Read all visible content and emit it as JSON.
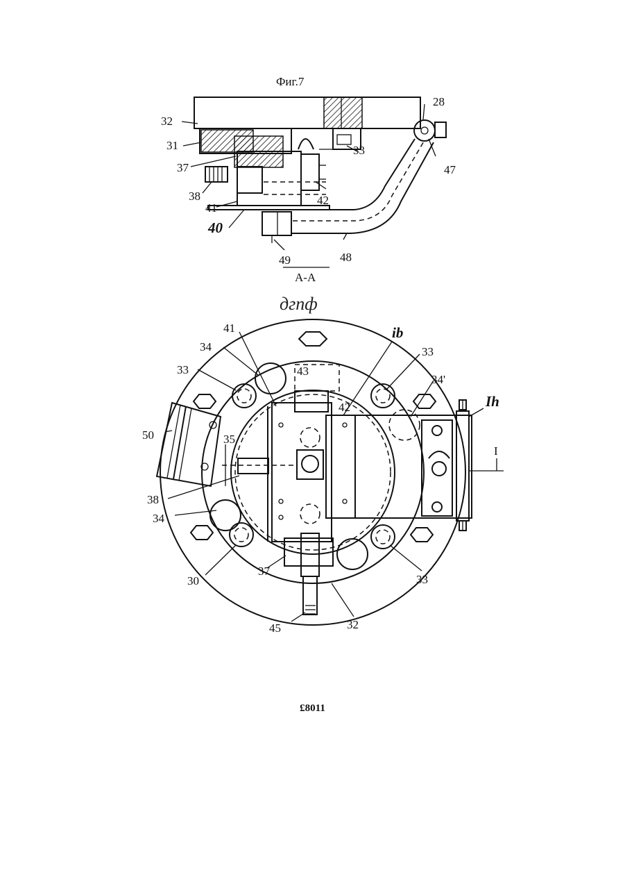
{
  "figure_top": {
    "caption": "Фиг.7",
    "section_label": "A-A",
    "labels": {
      "l32": "32",
      "l31": "31",
      "l37": "37",
      "l38": "38",
      "l41": "41",
      "l40": "40",
      "l42": "42",
      "l33": "33",
      "l28": "28",
      "l47": "47",
      "l48": "48",
      "l49": "49"
    }
  },
  "figure_bottom": {
    "caption": "дгпф",
    "labels": {
      "l41": "41",
      "lib": "ib",
      "l34a": "34",
      "l33a": "33",
      "l33b": "33",
      "l34b": "34'",
      "l43": "43",
      "l50": "50",
      "lIh": "Ih",
      "l38": "38",
      "l34c": "34",
      "l30": "30",
      "l37": "37",
      "l45": "45",
      "l32": "32",
      "l33c": "33",
      "l42": "42",
      "l35": "35",
      "lI": "I"
    }
  },
  "document_code": "£8011"
}
